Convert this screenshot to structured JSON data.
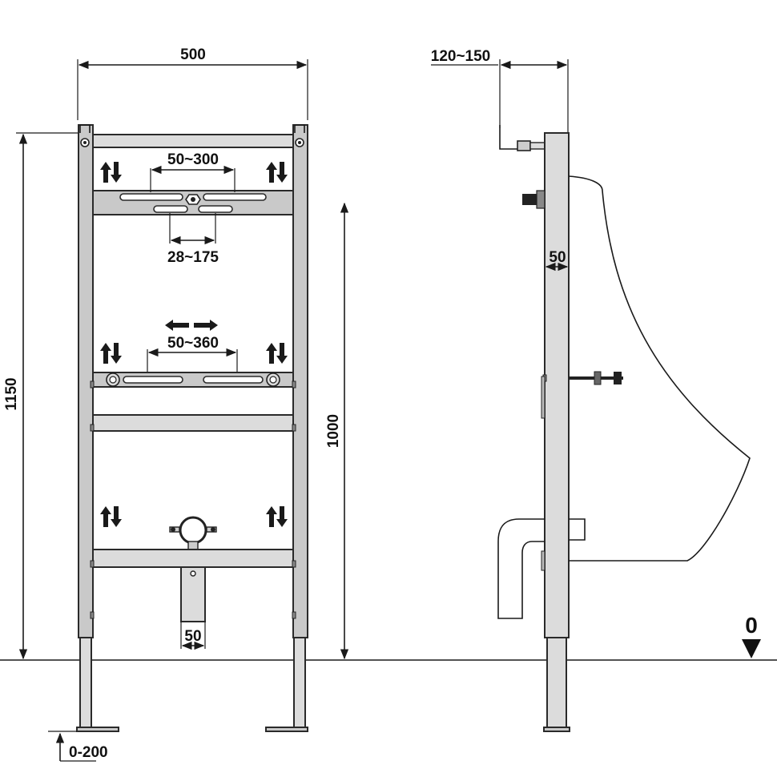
{
  "drawing": {
    "front_view": {
      "width_dim": "500",
      "height_total_dim": "1150",
      "height_inner_dim": "1000",
      "top_bracket_dim": "50~300",
      "top_bracket_lower_dim": "28~175",
      "middle_bracket_dim": "50~360",
      "drain_dim": "50",
      "foot_adjust_dim": "0-200"
    },
    "side_view": {
      "wall_offset_dim": "120~150",
      "frame_depth_dim": "50",
      "floor_level_label": "0"
    }
  }
}
